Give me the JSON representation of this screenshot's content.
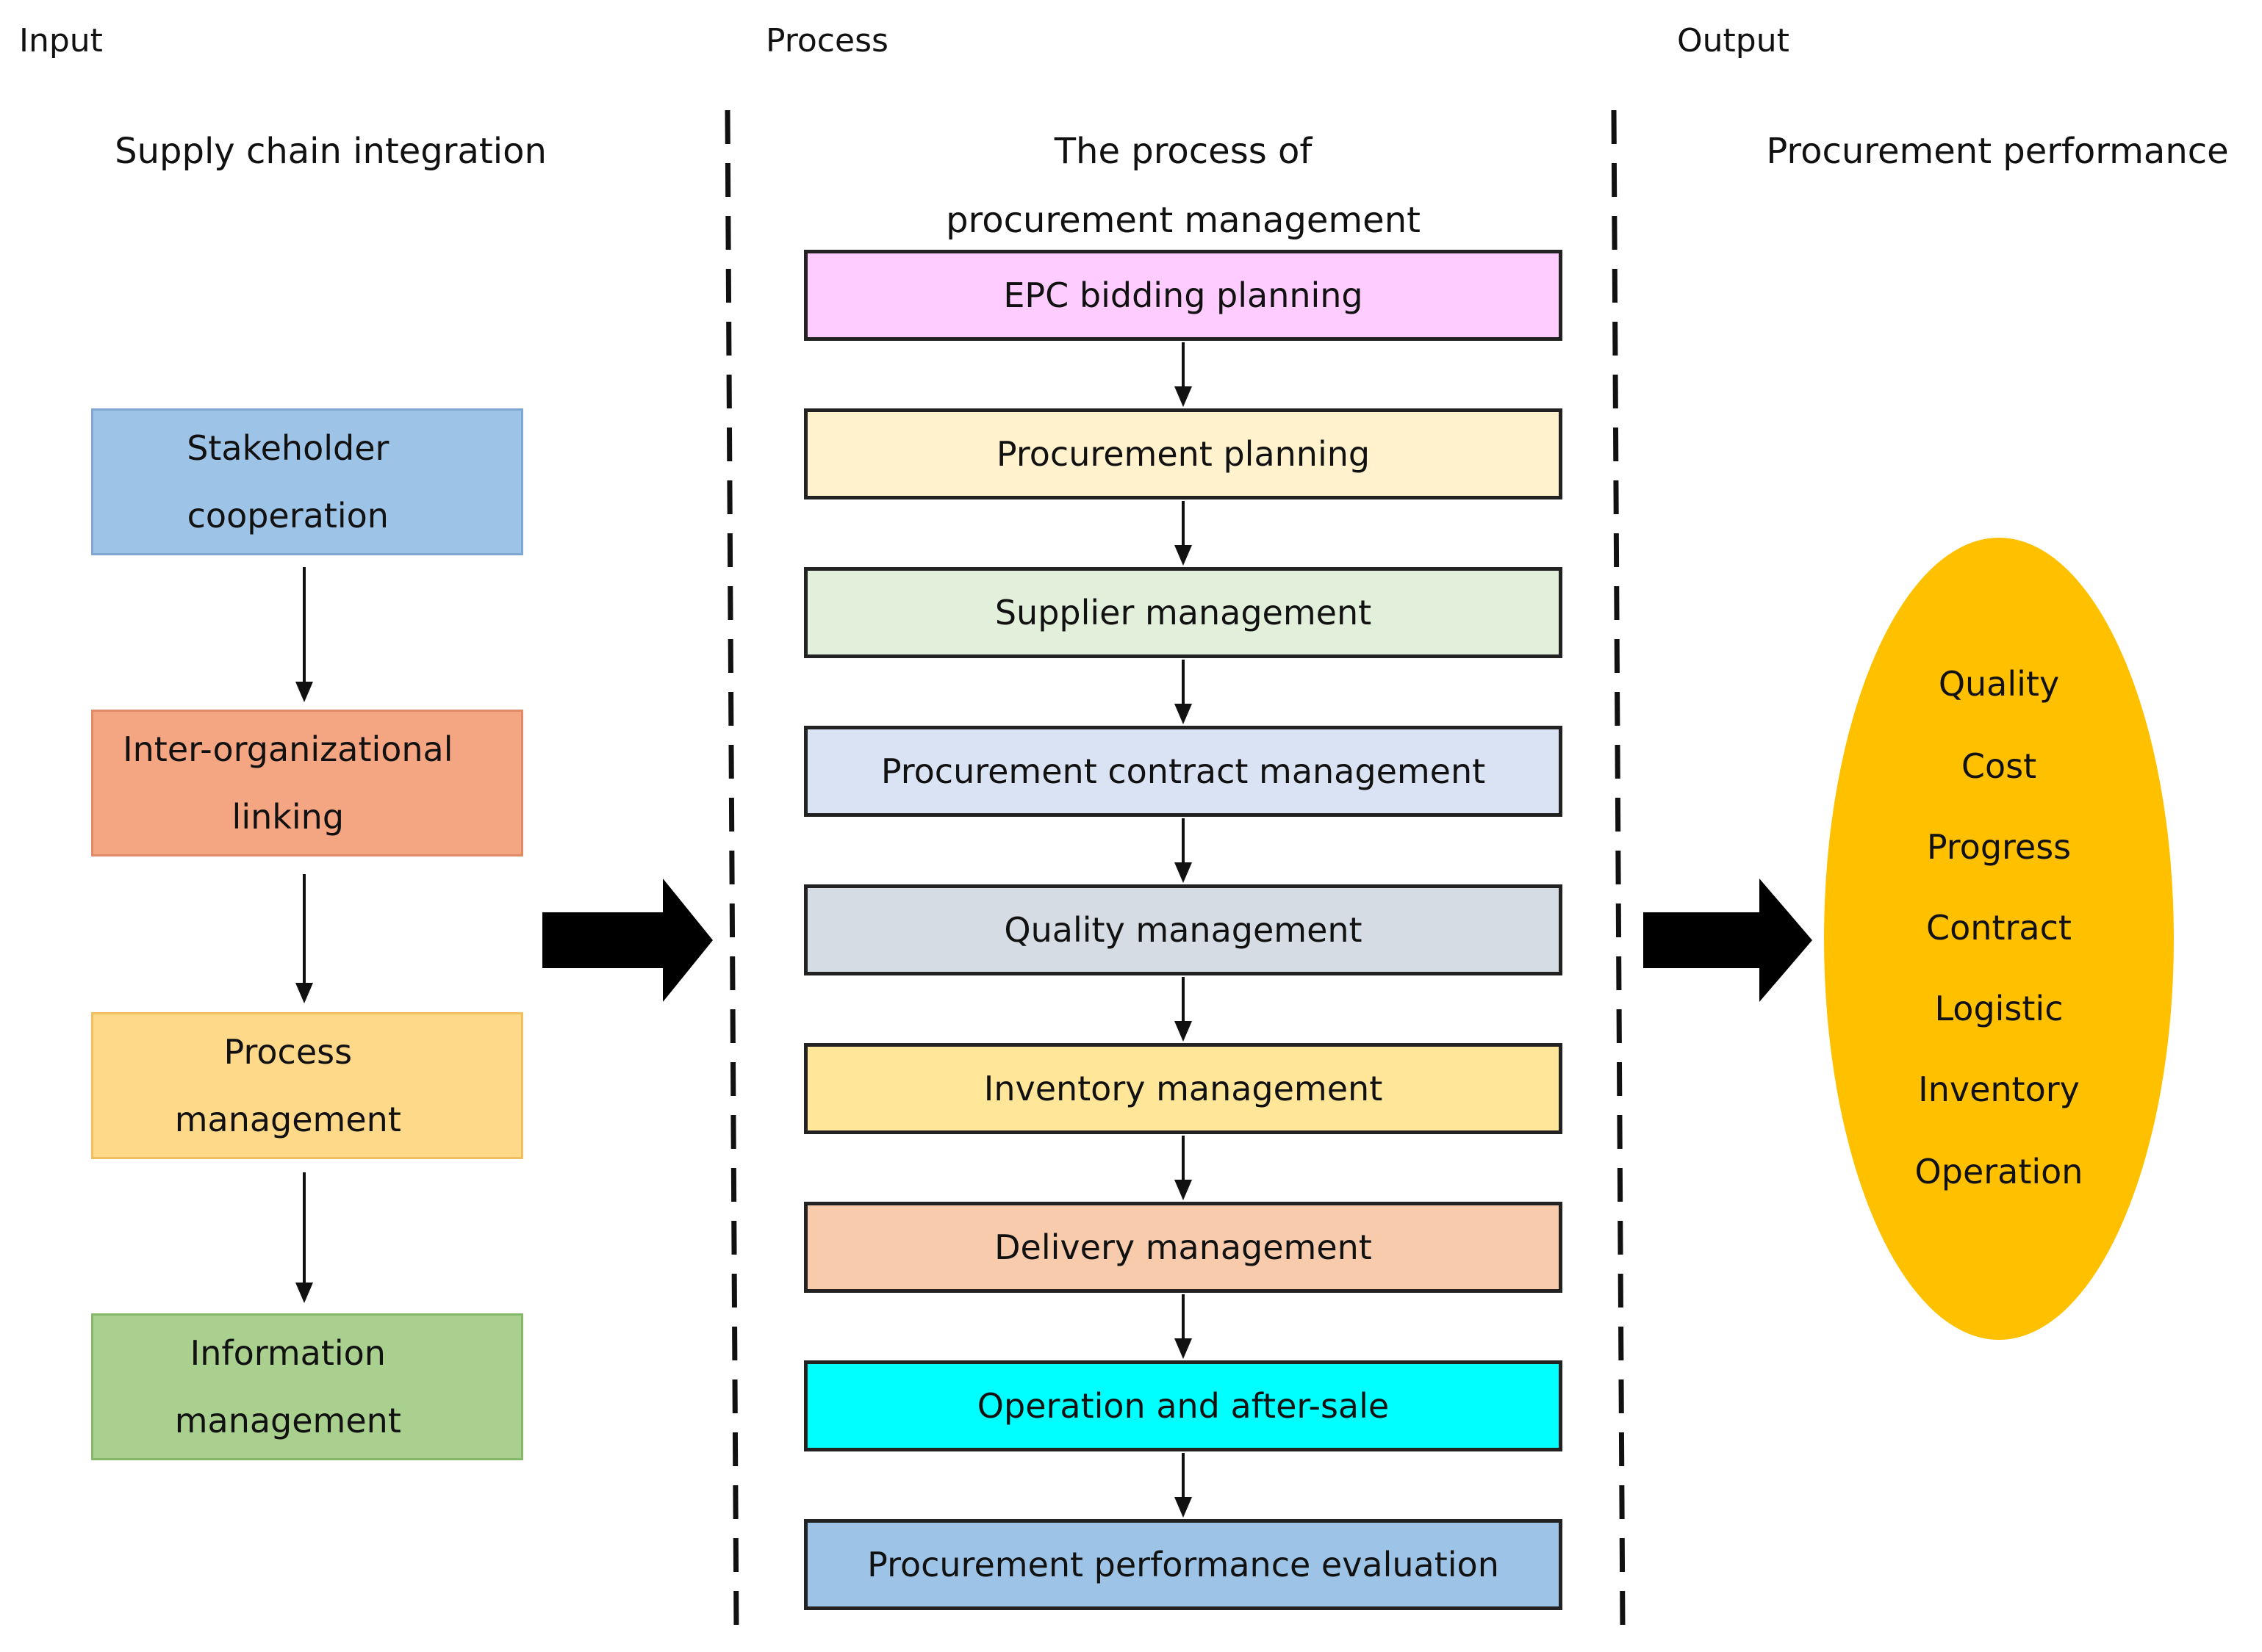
{
  "headers": {
    "input": "Input",
    "process": "Process",
    "output": "Output"
  },
  "input": {
    "title": "Supply chain integration",
    "boxes": [
      {
        "line1": "Stakeholder",
        "line2": "cooperation",
        "fill": "#9dc3e6",
        "stroke": "#7fa7d2"
      },
      {
        "line1": "Inter-organizational",
        "line2": "linking",
        "fill": "#f4a582",
        "stroke": "#e08a66"
      },
      {
        "line1": "Process",
        "line2": "management",
        "fill": "#ffd98a",
        "stroke": "#f0c060"
      },
      {
        "line1": "Information",
        "line2": "management",
        "fill": "#a9d08e",
        "stroke": "#86b86c"
      }
    ]
  },
  "process": {
    "title_line1": "The process of",
    "title_line2": "procurement management",
    "steps": [
      {
        "label": "EPC bidding planning",
        "fill": "#ffccff"
      },
      {
        "label": "Procurement planning",
        "fill": "#fff2cc"
      },
      {
        "label": "Supplier management",
        "fill": "#e2efda"
      },
      {
        "label": "Procurement contract management",
        "fill": "#dae3f3"
      },
      {
        "label": "Quality management",
        "fill": "#d6dce4"
      },
      {
        "label": "Inventory management",
        "fill": "#ffe699"
      },
      {
        "label": "Delivery management",
        "fill": "#f8cbad"
      },
      {
        "label": "Operation and after-sale",
        "fill": "#00ffff"
      },
      {
        "label": "Procurement performance evaluation",
        "fill": "#9dc3e6"
      }
    ]
  },
  "output": {
    "title": "Procurement performance",
    "fill": "#ffc000",
    "items": [
      "Quality",
      "Cost",
      "Progress",
      "Contract",
      "Logistic",
      "Inventory",
      "Operation"
    ]
  }
}
